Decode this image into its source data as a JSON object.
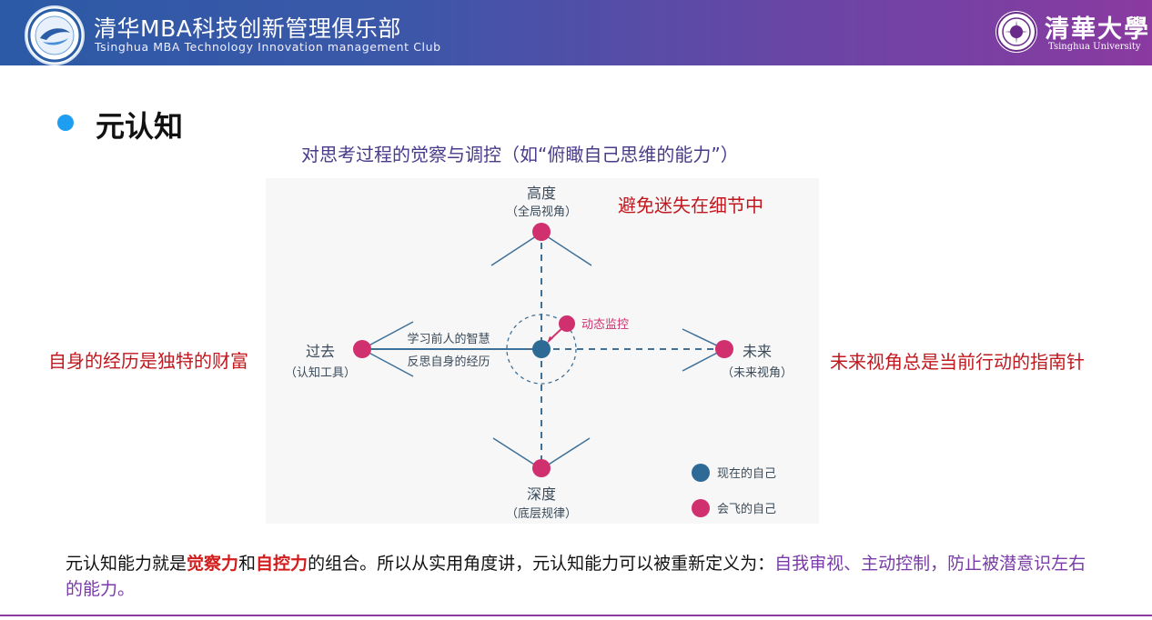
{
  "header": {
    "club_name": "清华MBA科技创新管理俱乐部",
    "club_name_en": "Tsinghua MBA Technology Innovation management Club",
    "university_name": "清華大學",
    "university_name_en": "Tsinghua University",
    "gradient": [
      "#2c5aa6",
      "#8a3aa0"
    ]
  },
  "section": {
    "title": "元认知",
    "subtitle": "对思考过程的觉察与调控（如“俯瞰自己思维的能力”）"
  },
  "diagram": {
    "top_label": "高度",
    "top_sublabel": "（全局视角）",
    "bottom_label": "深度",
    "bottom_sublabel": "（底层规律）",
    "left_label": "过去",
    "left_sublabel": "（认知工具）",
    "right_label": "未来",
    "right_sublabel": "（未来视角）",
    "edge_text_1": "学习前人的智慧",
    "edge_text_2": "反思自身的经历",
    "monitor_label": "动态监控",
    "legend": [
      {
        "label": "现在的自己",
        "color": "#2e6a96"
      },
      {
        "label": "会飞的自己",
        "color": "#d0306e"
      }
    ]
  },
  "annotations": {
    "top": "避免迷失在细节中",
    "right": "未来视角总是当前行动的指南针",
    "left": "自身的经历是独特的财富"
  },
  "summary": {
    "p1": "元认知能力就是",
    "h1": "觉察力",
    "p2": "和",
    "h2": "自控力",
    "p3": "的组合。所以从实用角度讲，元认知能力可以被重新定义为：",
    "h3": "自我审视、主动控制，防止被潜意识左右的能力。"
  }
}
